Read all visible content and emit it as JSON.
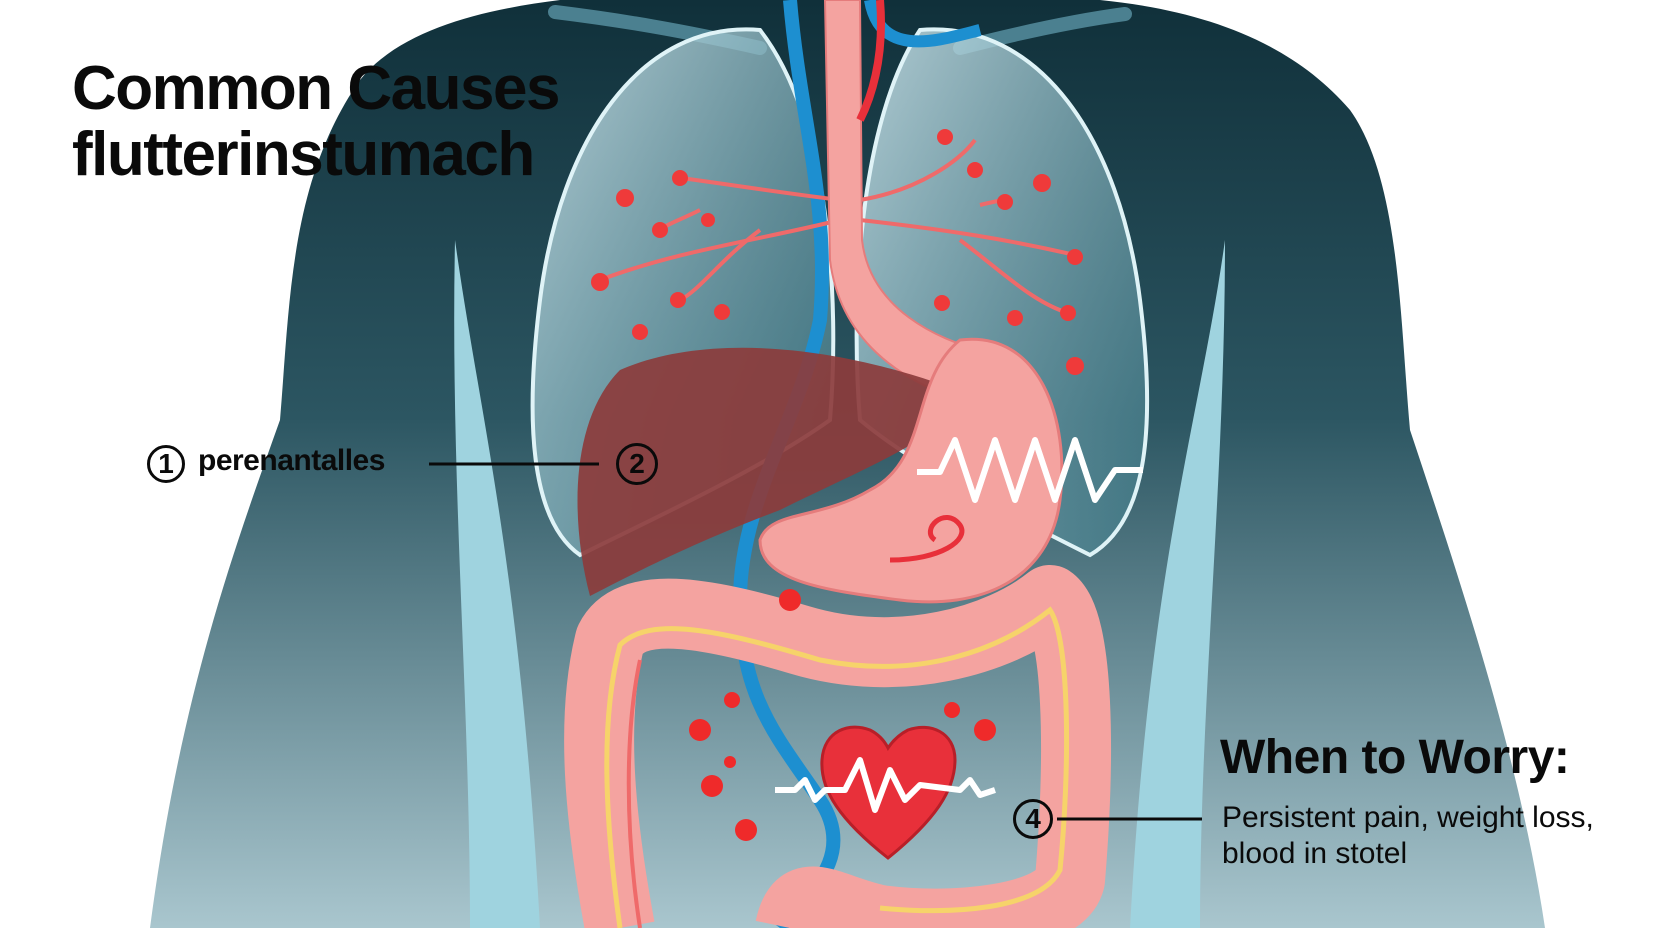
{
  "title": {
    "line1": "Common Causes",
    "line2": "flutterinstumach"
  },
  "callouts": [
    {
      "number": "1",
      "label": "perenantalles"
    },
    {
      "number": "2"
    },
    {
      "number": "4"
    }
  ],
  "when_to_worry": {
    "heading": "When to Worry:",
    "line1": "Persistent pain, weight loss,",
    "line2": "blood in stotel"
  },
  "colors": {
    "torso_dark": "#12303a",
    "torso_light": "#a7c4cc",
    "organ_pink": "#f4a3a0",
    "liver": "#8c3c3c",
    "vessel_blue": "#1d8fd0",
    "accent_red": "#e8303a"
  }
}
